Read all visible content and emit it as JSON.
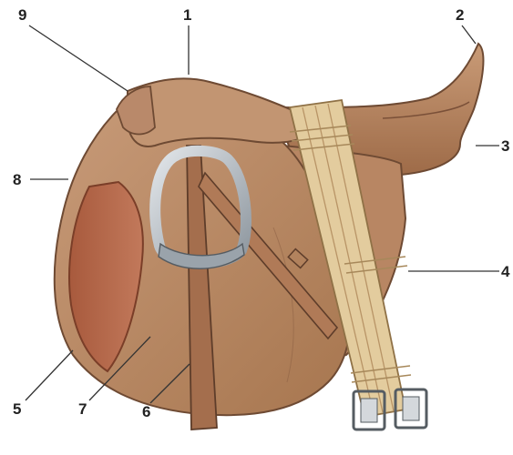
{
  "diagram": {
    "subject": "English saddle",
    "colors": {
      "leather": "#b88766",
      "leather_dark": "#8a5a3e",
      "knee_roll": "#b5674a",
      "girth": "#e0c89a",
      "girth_stripe": "#b89466",
      "stirrup": "#b7bfc6",
      "buckle": "#c9c9c9",
      "line": "#333333"
    },
    "callouts": [
      {
        "id": "c1",
        "label": "1"
      },
      {
        "id": "c2",
        "label": "2"
      },
      {
        "id": "c3",
        "label": "3"
      },
      {
        "id": "c4",
        "label": "4"
      },
      {
        "id": "c5",
        "label": "5"
      },
      {
        "id": "c6",
        "label": "6"
      },
      {
        "id": "c7",
        "label": "7"
      },
      {
        "id": "c8",
        "label": "8"
      },
      {
        "id": "c9",
        "label": "9"
      }
    ]
  }
}
